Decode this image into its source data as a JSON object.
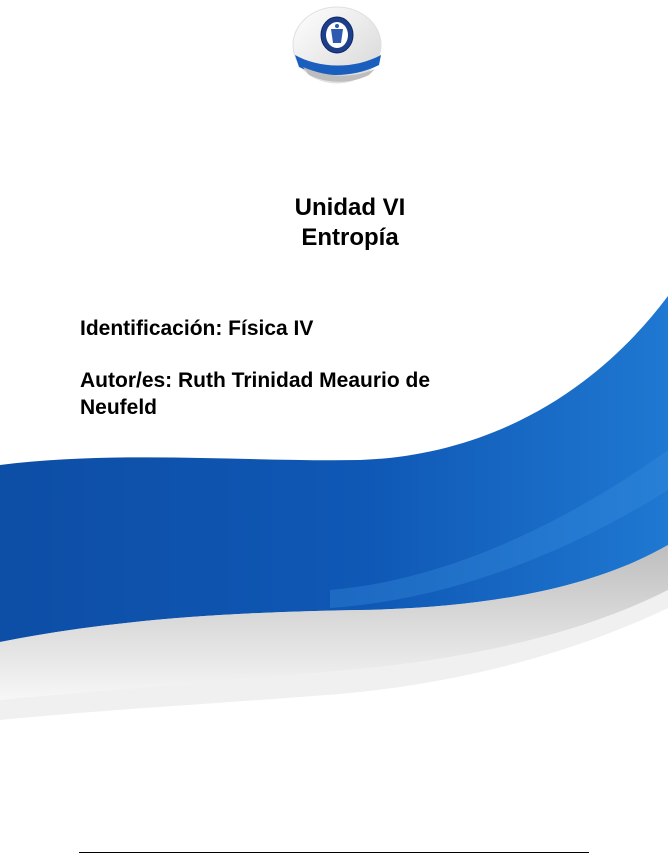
{
  "document": {
    "unit_title": "Unidad VI",
    "unit_subtitle": "Entropía",
    "identification": "Identificación: Física IV",
    "authors_line1": "Autor/es: Ruth Trinidad Meaurio de",
    "authors_line2": "Neufeld"
  },
  "colors": {
    "wave_dark": "#0d4ea6",
    "wave_light": "#1f78d1",
    "shadow_gray": "#c9c9c9"
  },
  "icons": {
    "logo": "university-seal-icon"
  }
}
